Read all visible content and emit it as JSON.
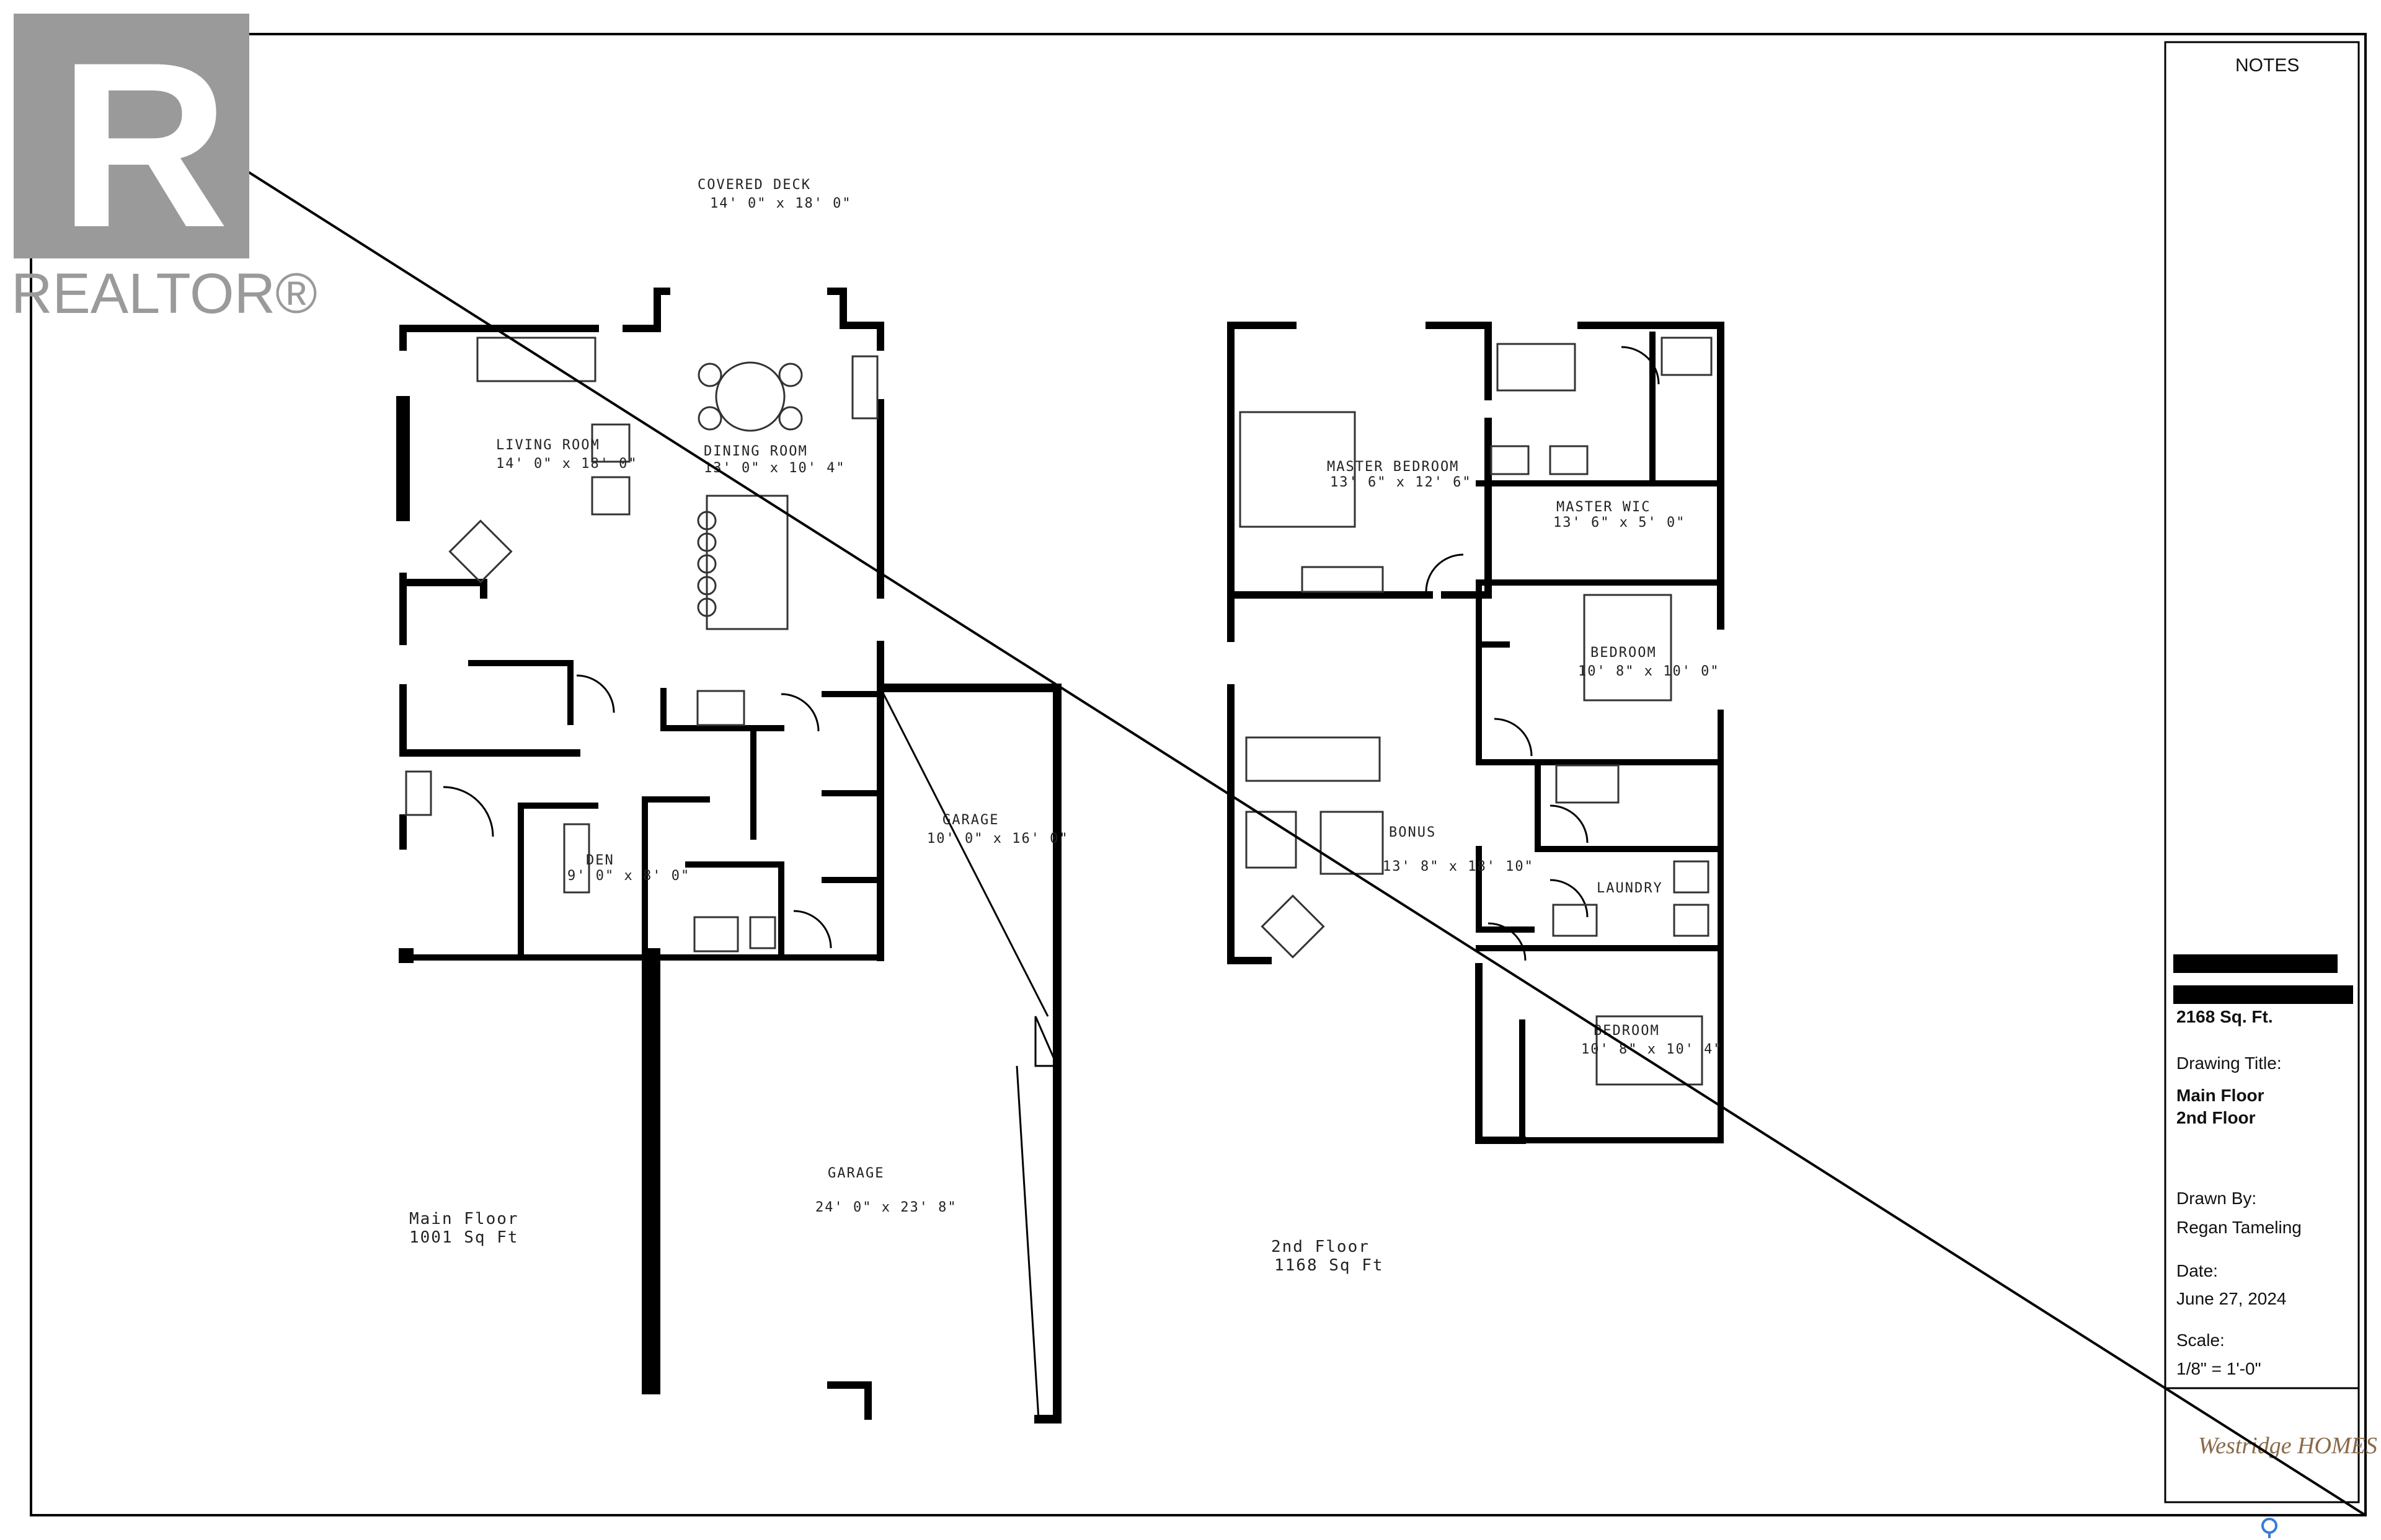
{
  "watermark": {
    "brand": "REALTOR®",
    "logo_letter": "R"
  },
  "plan": {
    "main_floor": {
      "rooms": [
        {
          "id": "covered-deck",
          "name": "COVERED DECK",
          "dims": "14' 0\" x 18' 0\""
        },
        {
          "id": "living-room",
          "name": "LIVING ROOM",
          "dims": "14' 0\" x 18' 0\""
        },
        {
          "id": "dining-room",
          "name": "DINING ROOM",
          "dims": "13' 0\" x 10' 4\""
        },
        {
          "id": "den",
          "name": "DEN",
          "dims": "9' 0\" x 8' 0\""
        },
        {
          "id": "garage",
          "name": "GARAGE",
          "dims": "24' 0\" x 23' 8\""
        },
        {
          "id": "garage-2",
          "name": "GARAGE",
          "dims": "10' 0\" x 16' 0\""
        }
      ],
      "floor_label": "Main Floor",
      "floor_area": "1001 Sq Ft"
    },
    "second_floor": {
      "rooms": [
        {
          "id": "master-bedroom",
          "name": "MASTER BEDROOM",
          "dims": "13' 6\" x 12' 6\""
        },
        {
          "id": "master-wic",
          "name": "MASTER WIC",
          "dims": "13' 6\" x 5' 0\""
        },
        {
          "id": "bedroom-1",
          "name": "BEDROOM",
          "dims": "10' 8\" x 10' 0\""
        },
        {
          "id": "bonus",
          "name": "BONUS",
          "dims": "13' 8\" x 18' 10\""
        },
        {
          "id": "laundry",
          "name": "LAUNDRY",
          "dims": ""
        },
        {
          "id": "bedroom-2",
          "name": "BEDROOM",
          "dims": "10' 8\" x 10' 4\""
        }
      ],
      "floor_label": "2nd Floor",
      "floor_area": "1168 Sq Ft"
    }
  },
  "title_block": {
    "notes_label": "NOTES",
    "total_area": "2168 Sq. Ft.",
    "drawing_title_label": "Drawing Title:",
    "drawing_title_lines": [
      "Main Floor",
      "2nd Floor"
    ],
    "drawn_by_label": "Drawn By:",
    "drawn_by": "Regan Tameling",
    "date_label": "Date:",
    "date": "June 27, 2024",
    "scale_label": "Scale:",
    "scale": "1/8\" = 1'-0\"",
    "builder_logo": "Westridge HOMES"
  }
}
